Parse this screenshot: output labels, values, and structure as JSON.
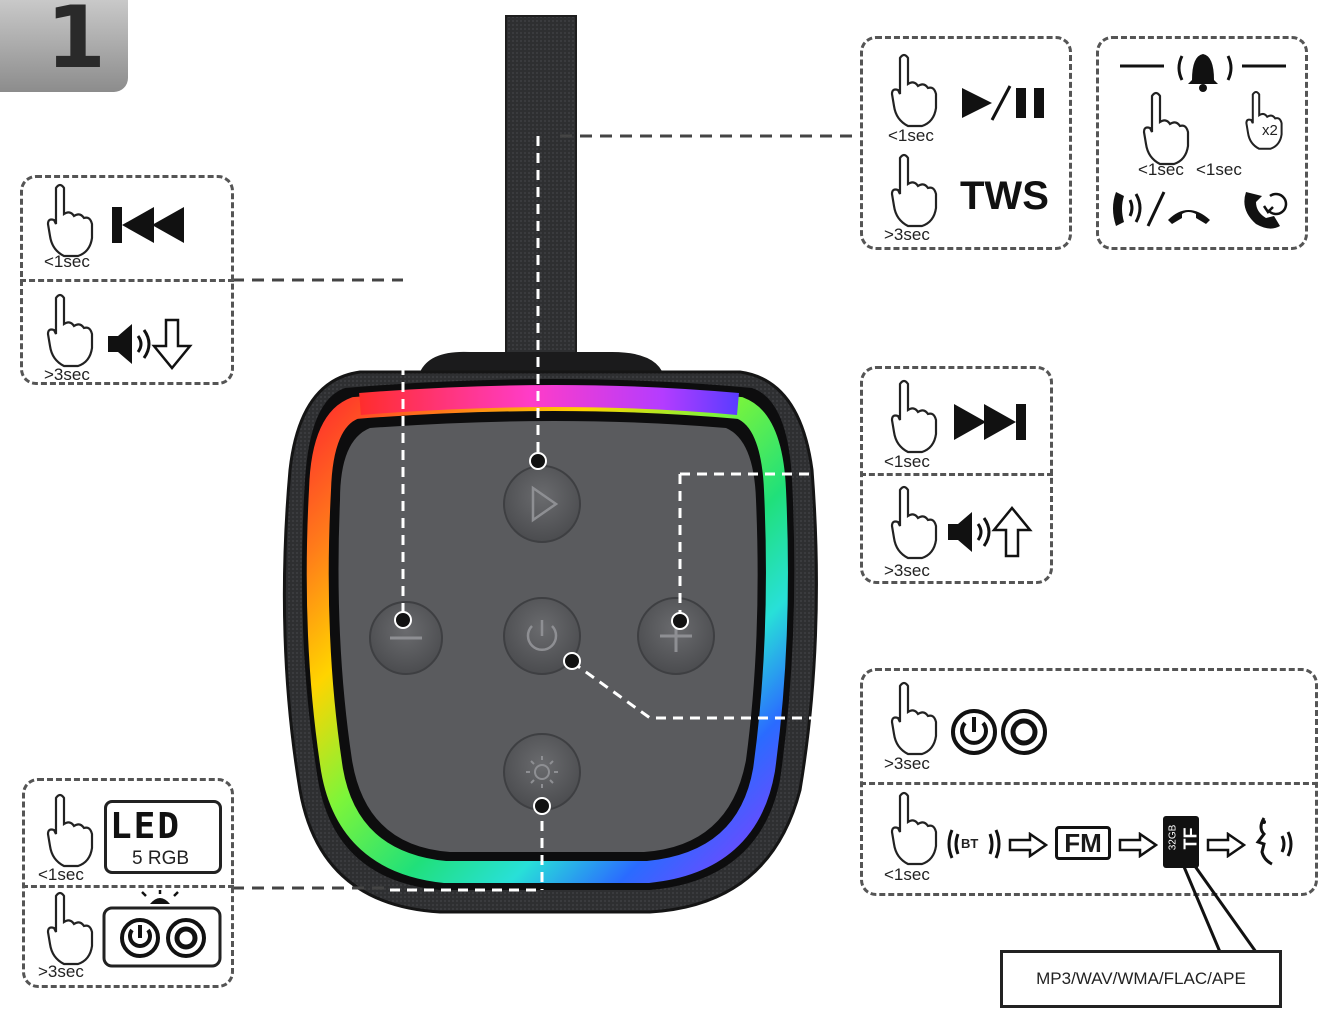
{
  "step_number": "1",
  "durations": {
    "short": "<1sec",
    "long": ">3sec"
  },
  "labels": {
    "tws": "TWS",
    "x2": "x2",
    "led": "LED",
    "rgb_modes": "5 RGB",
    "bt": "BT",
    "fm": "FM",
    "tf_card": "TF",
    "tf_capacity": "32GB",
    "audio_formats": "MP3/WAV/WMA/FLAC/APE"
  },
  "icons": [
    "finger-press-icon",
    "play-pause-icon",
    "previous-track-icon",
    "next-track-icon",
    "volume-down-icon",
    "volume-up-icon",
    "ringing-bell-icon",
    "answer-hangup-icon",
    "redial-icon",
    "power-on-off-icon",
    "mode-switch-arrow-icon",
    "voice-icon",
    "light-icon"
  ],
  "colors": {
    "dashed_lines": "#555555",
    "speaker_body": "#2b2b2b",
    "speaker_face": "#5a5b5e",
    "ring_gradient": [
      "#ff2d2d",
      "#ff7a1a",
      "#ffd400",
      "#7cf53a",
      "#20e07a",
      "#28e0d8",
      "#2a6bff",
      "#8a3cff",
      "#ff3cc8"
    ]
  }
}
